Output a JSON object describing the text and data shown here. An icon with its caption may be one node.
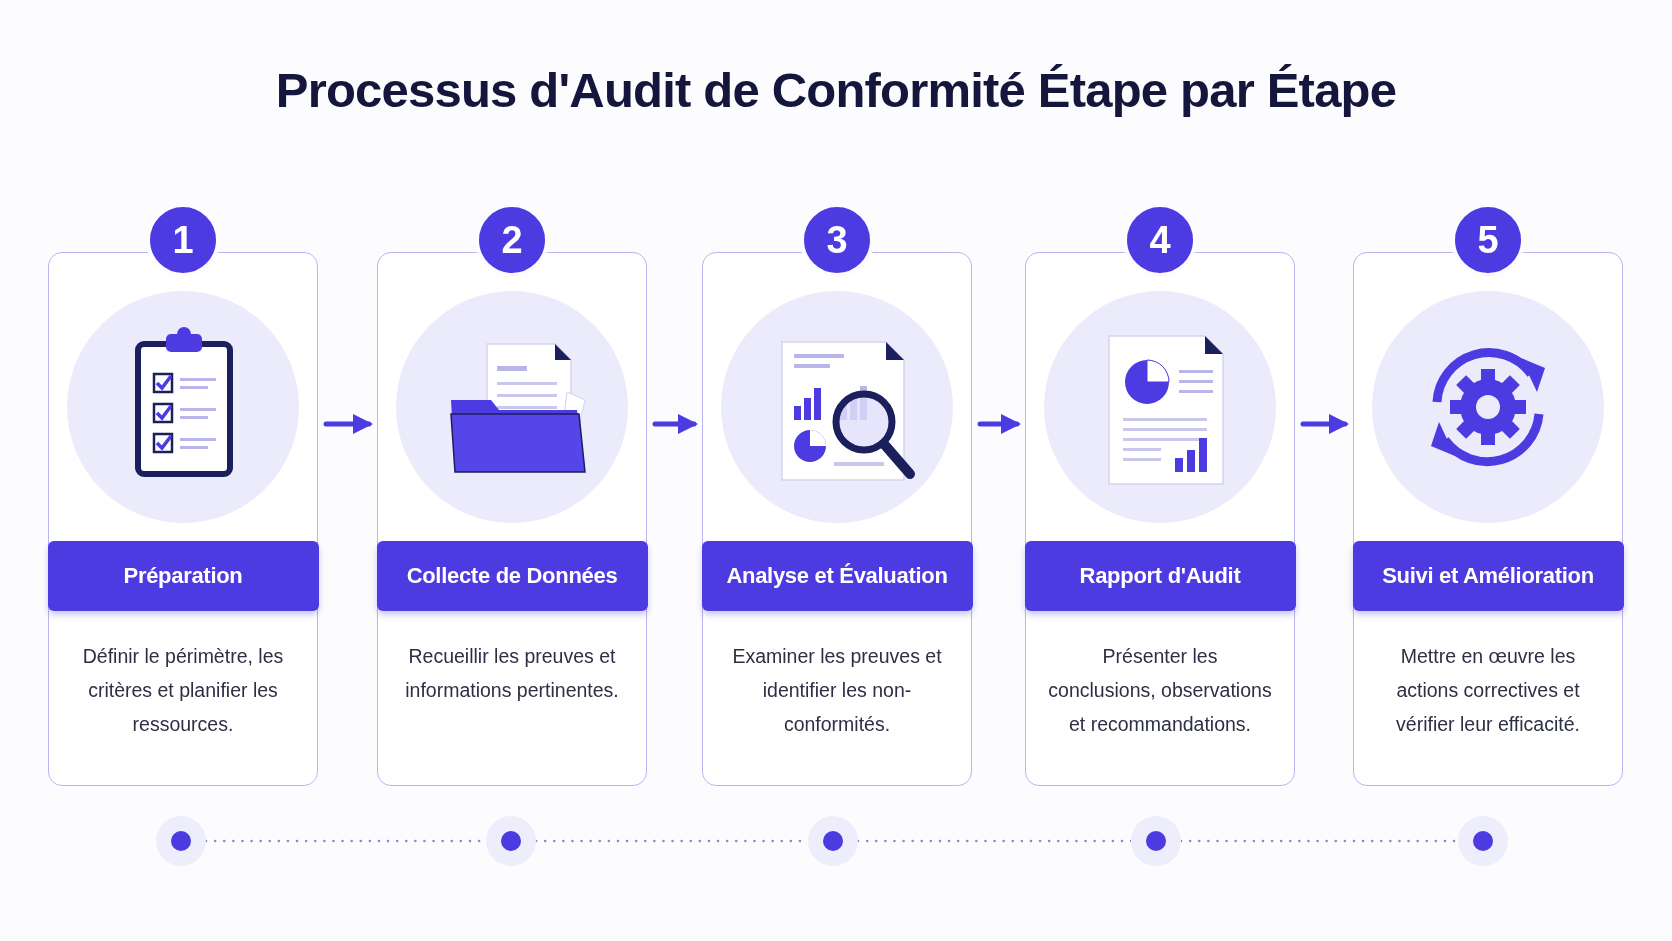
{
  "diagram": {
    "title": "Processus d'Audit de Conformité Étape par Étape",
    "nodes": [
      {
        "text": [
          "1"
        ]
      },
      {
        "text": [
          "Préparation",
          "Définir le périmètre, les critères et planifier les ressources."
        ]
      },
      {
        "text": [
          "2"
        ]
      },
      {
        "text": [
          "Collecte de Données",
          "Recueillir les preuves et informations pertinentes."
        ]
      },
      {
        "text": [
          "3"
        ]
      },
      {
        "text": [
          "Analyse et Évaluation",
          "Examiner les preuves et identifier les non-conformités."
        ]
      },
      {
        "text": [
          "4"
        ]
      },
      {
        "text": [
          "Rapport d'Audit",
          "Présenter les conclusions, observations et recommandations."
        ]
      },
      {
        "text": [
          "5"
        ]
      },
      {
        "text": [
          "Suivi et Amélioration",
          "Mettre en œuvre les actions correctives et vérifier leur efficacité."
        ]
      },
      {
        "text": [],
        "shape": "circle"
      },
      {
        "text": [],
        "shape": "circle"
      },
      {
        "text": [],
        "shape": "circle"
      },
      {
        "text": [],
        "shape": "circle"
      },
      {
        "text": [],
        "shape": "circle"
      }
    ],
    "edges": [
      {
        "from": 1,
        "to": 3,
        "arrow": "to"
      },
      {
        "from": 3,
        "to": 5,
        "arrow": "to"
      },
      {
        "from": 5,
        "to": 7,
        "arrow": "to"
      },
      {
        "from": 7,
        "to": 9,
        "arrow": "to"
      },
      {
        "from": 10,
        "to": 11,
        "arrow": "none",
        "style": "dashed"
      },
      {
        "from": 11,
        "to": 12,
        "arrow": "none",
        "style": "dashed"
      },
      {
        "from": 12,
        "to": 13,
        "arrow": "none",
        "style": "dashed"
      },
      {
        "from": 13,
        "to": 14,
        "arrow": "none",
        "style": "dashed"
      }
    ]
  }
}
